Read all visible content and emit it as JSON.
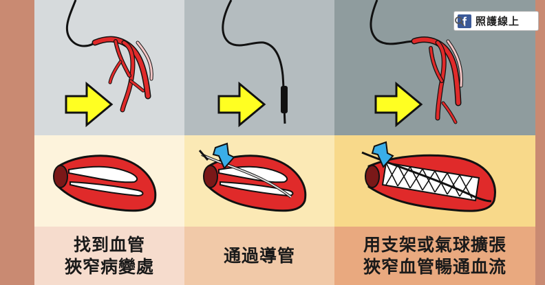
{
  "badge": {
    "text": "照護線上",
    "icon": "facebook-icon",
    "search_icon": "search-icon"
  },
  "panels": [
    {
      "caption_line1": "找到血管",
      "caption_line2": "狹窄病變處"
    },
    {
      "caption_line1": "通過導管",
      "caption_line2": ""
    },
    {
      "caption_line1": "用支架或氣球擴張",
      "caption_line2": "狹窄血管暢通血流"
    }
  ],
  "colors": {
    "arrow": "#ffff22",
    "vessel": "#e02a2a",
    "wire_tip": "#3aaee8",
    "frame": "#c98a72"
  }
}
